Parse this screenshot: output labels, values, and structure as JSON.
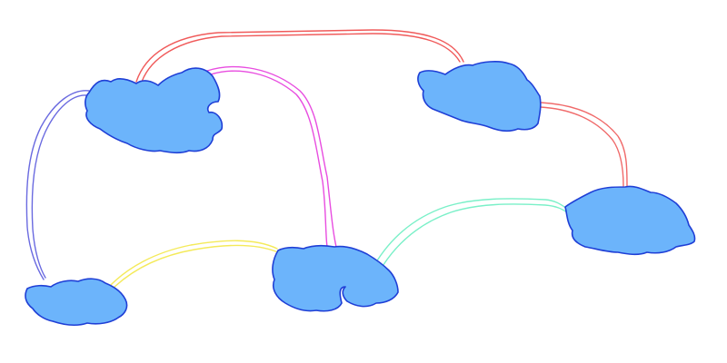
{
  "diagram": {
    "background": "#ffffff",
    "node_style": {
      "fill": "#6cb4fb",
      "stroke": "#1f3fd6"
    },
    "nodes": [
      {
        "id": "cloud-top-left"
      },
      {
        "id": "cloud-top-right"
      },
      {
        "id": "cloud-right"
      },
      {
        "id": "cloud-center"
      },
      {
        "id": "cloud-bottom-left"
      }
    ],
    "edges": [
      {
        "id": "edge-top-left-to-top-right",
        "from": "cloud-top-left",
        "to": "cloud-top-right",
        "color": "#f05a5a"
      },
      {
        "id": "edge-top-right-to-right",
        "from": "cloud-top-right",
        "to": "cloud-right",
        "color": "#f06a6a"
      },
      {
        "id": "edge-top-left-to-center",
        "from": "cloud-top-left",
        "to": "cloud-center",
        "color": "#e84de0"
      },
      {
        "id": "edge-top-left-to-bottom-left",
        "from": "cloud-top-left",
        "to": "cloud-bottom-left",
        "color": "#6a6ae0"
      },
      {
        "id": "edge-bottom-left-to-center",
        "from": "cloud-bottom-left",
        "to": "cloud-center",
        "color": "#f4ea5a"
      },
      {
        "id": "edge-center-to-right",
        "from": "cloud-center",
        "to": "cloud-right",
        "color": "#7af0c8"
      }
    ]
  }
}
